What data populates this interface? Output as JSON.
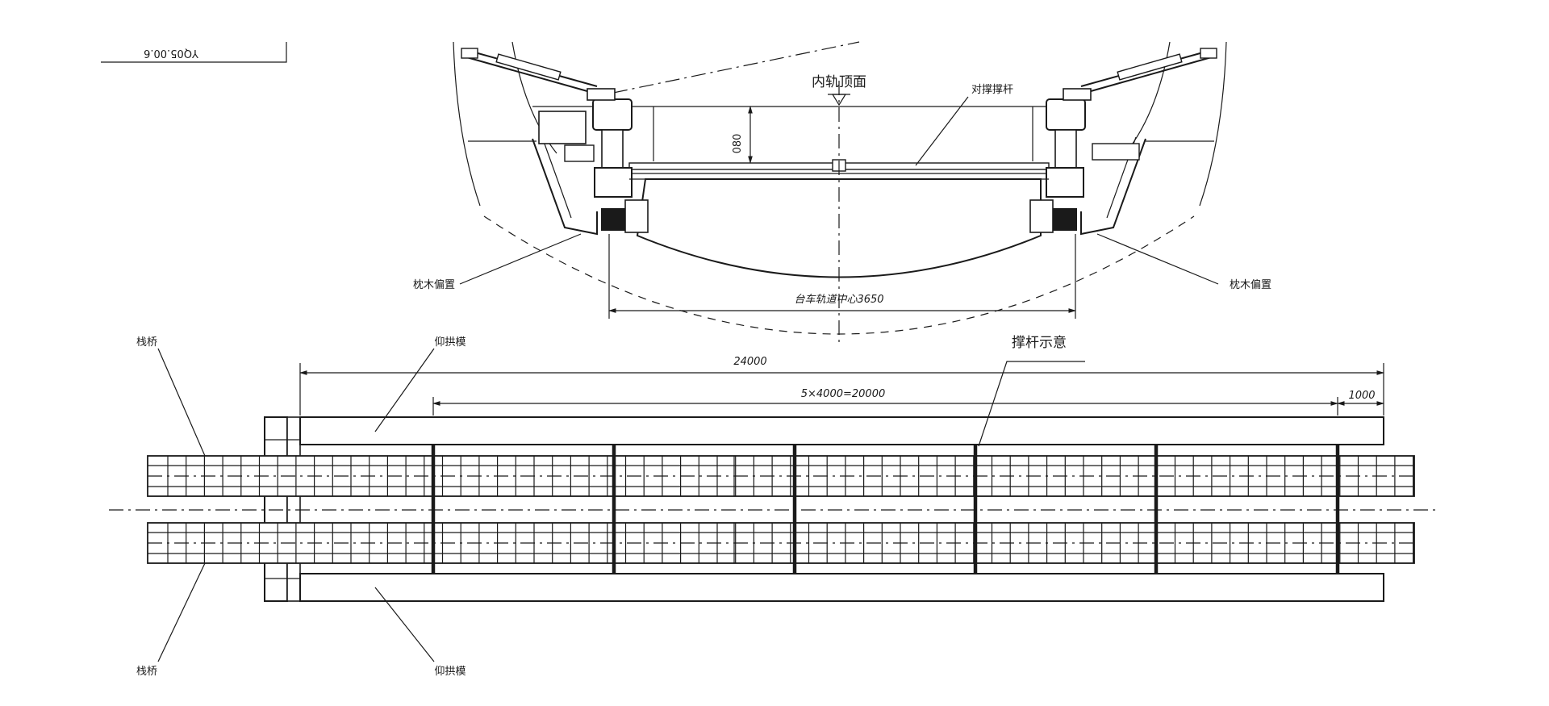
{
  "title_block": {
    "drawing_number": "YQ05.00.6"
  },
  "section_view": {
    "rail_top_label": "内轨顶面",
    "brace_label": "对撑撑杆",
    "vertical_dim": "080",
    "sleeper_left_label": "枕木偏置",
    "sleeper_right_label": "枕木偏置",
    "trolley_center_dim": "台车轨道中心3650"
  },
  "plan_view": {
    "rail_top_label": "栈桥",
    "rail_bottom_label": "栈桥",
    "form_top_label": "仰拱模",
    "form_bottom_label": "仰拱模",
    "strut_label": "撑杆示意",
    "dim_total": "24000",
    "dim_spacing": "5×4000=20000",
    "dim_end": "1000"
  },
  "colors": {
    "line": "#1a1a1a",
    "background": "#ffffff",
    "fill": "#ffffff"
  }
}
